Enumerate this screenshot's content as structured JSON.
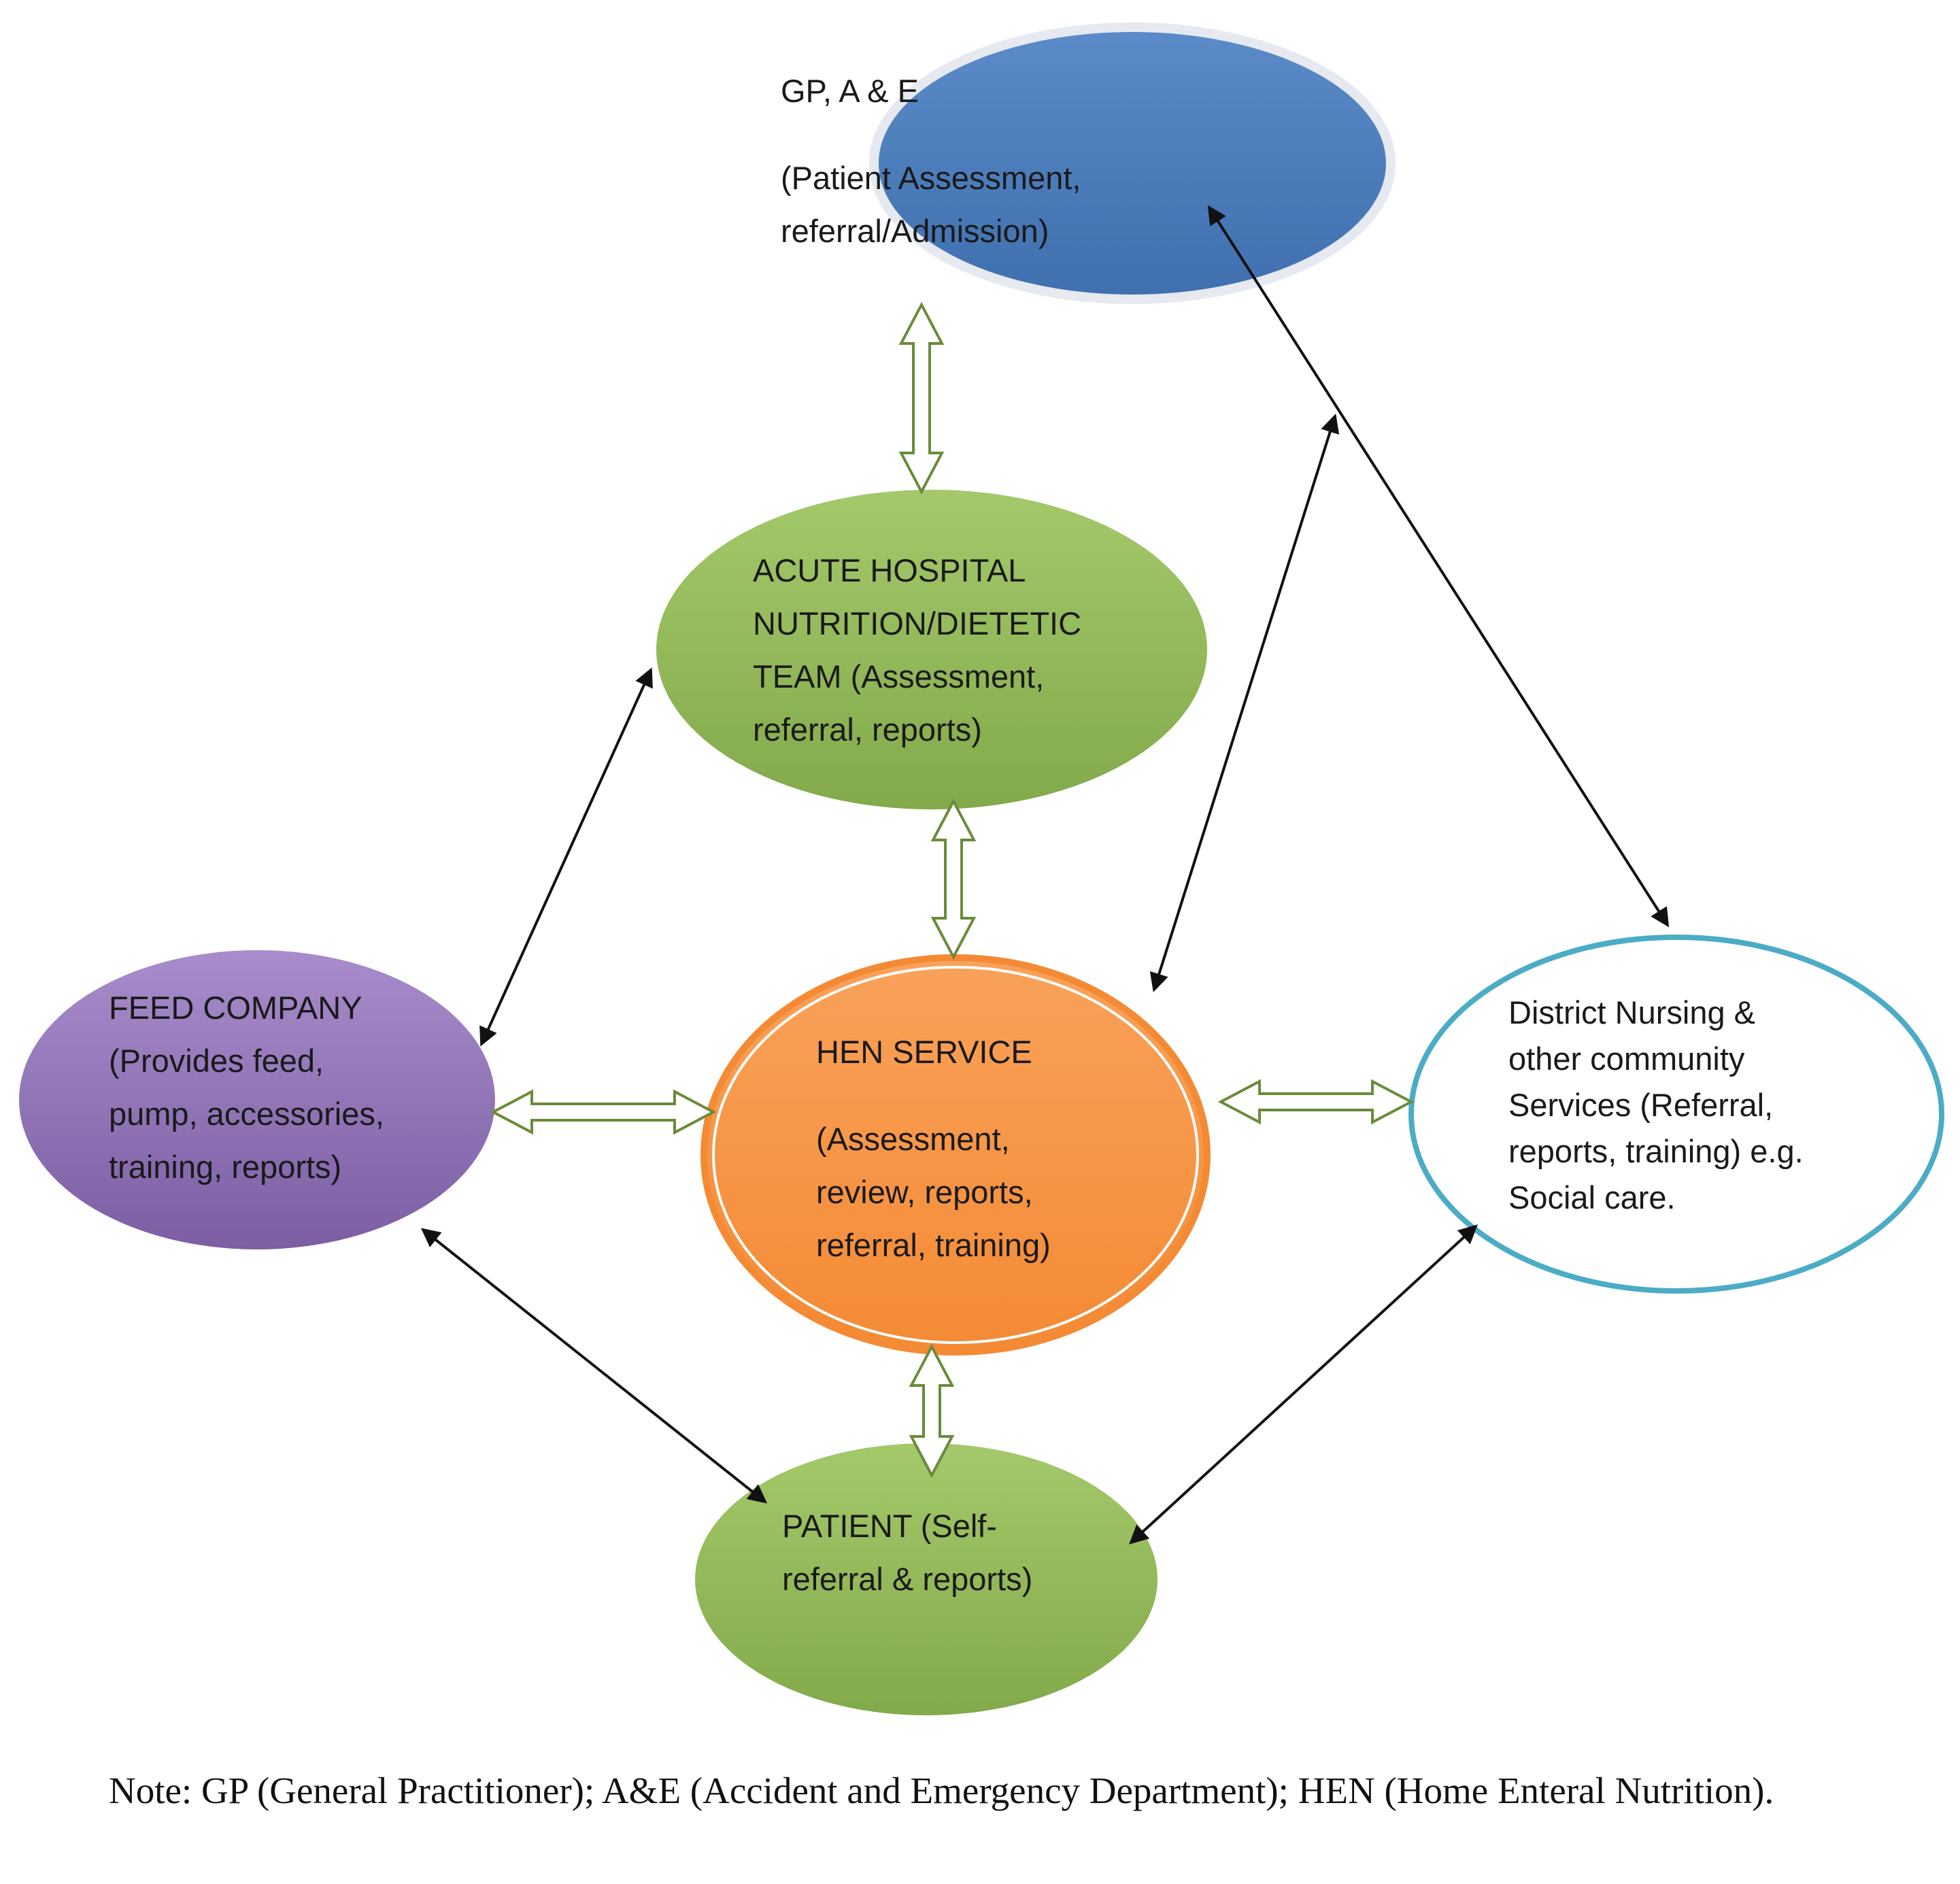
{
  "nodes": {
    "gp": {
      "title": "GP, A & E",
      "lines": [
        "(Patient Assessment,",
        "referral/Admission)"
      ],
      "fill": "#4f81bd"
    },
    "acute": {
      "lines": [
        "ACUTE HOSPITAL",
        "NUTRITION/DIETETIC",
        "TEAM (Assessment,",
        "referral, reports)"
      ],
      "fill": "#92b85a"
    },
    "feed": {
      "lines": [
        "FEED COMPANY",
        "(Provides feed,",
        "pump, accessories,",
        "training, reports)"
      ],
      "fill": "#8064a2"
    },
    "hen": {
      "title": "HEN SERVICE",
      "lines": [
        "(Assessment,",
        "review, reports,",
        "referral, training)"
      ],
      "fill": "#f79646"
    },
    "district": {
      "lines": [
        "District Nursing &",
        "other community",
        "Services (Referral,",
        "reports, training) e.g.",
        "Social care."
      ],
      "border": "#4bacc6"
    },
    "patient": {
      "lines": [
        "PATIENT (Self-",
        "referral & reports)"
      ],
      "fill": "#92b85a"
    }
  },
  "note": "Note: GP (General Practitioner); A&E (Accident and Emergency Department); HEN (Home Enteral Nutrition)."
}
